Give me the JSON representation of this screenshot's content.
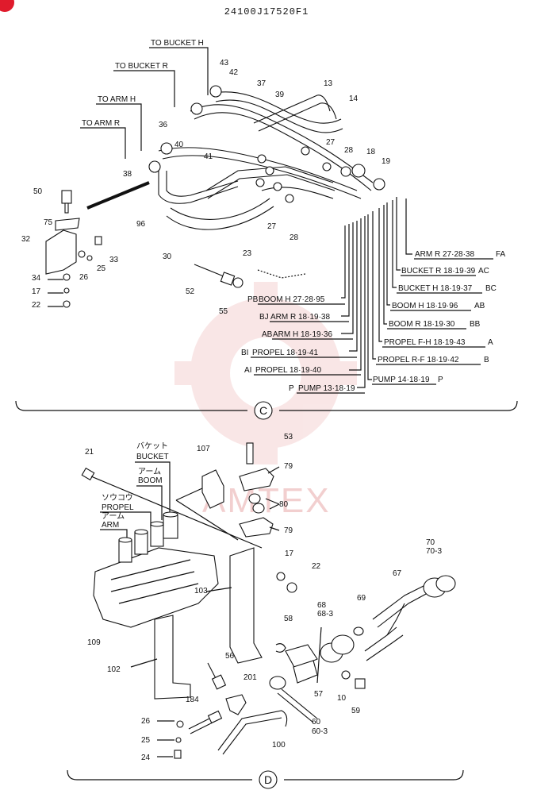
{
  "header": {
    "part_number": "24100J17520F1"
  },
  "corner_badge": {
    "color": "#e01b2c"
  },
  "watermark": {
    "text": "AMTEX",
    "color": "#e8a8a8"
  },
  "section_c": {
    "symbol": "C",
    "to_labels": [
      "TO BUCKET H",
      "TO BUCKET R",
      "TO ARM H",
      "TO ARM R"
    ],
    "callouts": [
      "43",
      "42",
      "37",
      "39",
      "13",
      "14",
      "36",
      "40",
      "41",
      "38",
      "27",
      "28",
      "18",
      "19",
      "50",
      "75",
      "32",
      "33",
      "26",
      "25",
      "34",
      "17",
      "22",
      "96",
      "30",
      "27",
      "28",
      "23",
      "52",
      "55"
    ],
    "port_list": [
      "ARM R 27·28·38",
      "BUCKET R 18·19·39",
      "BUCKET H 18·19·37",
      "BOOM H 18·19·96",
      "BOOM R 18·19·30",
      "PROPEL F-H 18·19·43",
      "PROPEL R-F 18·19·42",
      "PUMP 14·18·19"
    ],
    "port_codes": [
      "FA",
      "AC",
      "BC",
      "AB",
      "BB",
      "A",
      "B",
      "P"
    ],
    "left_list": [
      "BOOM H 27·28·95",
      "ARM R 18·19·38",
      "ARM H 18·19·36",
      "PROPEL 18·19·41",
      "PROPEL 18·19·40",
      "PUMP 13·18·19"
    ],
    "left_codes": [
      "PB",
      "BJ",
      "AB",
      "BI",
      "AI",
      "P"
    ]
  },
  "section_d": {
    "symbol": "D",
    "lever_labels": {
      "bucket_jp": "バケット",
      "bucket": "BUCKET",
      "boom_jp": "アーム",
      "boom": "BOOM",
      "propel_jp": "ソウコウ",
      "propel": "PROPEL",
      "arm_jp": "アーム",
      "arm": "ARM"
    },
    "callouts": [
      "21",
      "107",
      "53",
      "79",
      "80",
      "79",
      "17",
      "22",
      "103",
      "67",
      "70",
      "70-3",
      "109",
      "58",
      "68",
      "68-3",
      "69",
      "102",
      "56",
      "201",
      "57",
      "10",
      "59",
      "184",
      "60",
      "60-3",
      "26",
      "25",
      "100",
      "24"
    ]
  }
}
